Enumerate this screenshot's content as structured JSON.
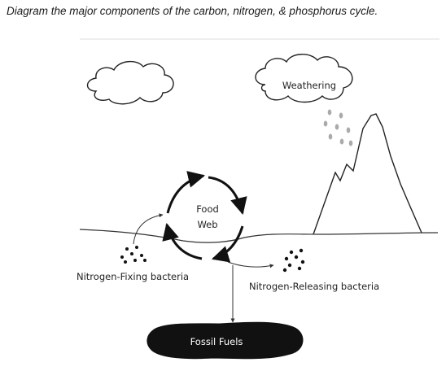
{
  "header": {
    "instruction": "Diagram the major components of the carbon, nitrogen, & phosphorus cycle."
  },
  "labels": {
    "weathering": "Weathering",
    "food_web_line1": "Food",
    "food_web_line2": "Web",
    "nitrogen_fixing": "Nitrogen-Fixing bacteria",
    "nitrogen_releasing": "Nitrogen-Releasing bacteria",
    "fossil_fuels": "Fossil Fuels"
  },
  "colors": {
    "ink": "#111111",
    "line": "#333333",
    "rain": "#aaaaaa",
    "rule": "#dddddd"
  }
}
